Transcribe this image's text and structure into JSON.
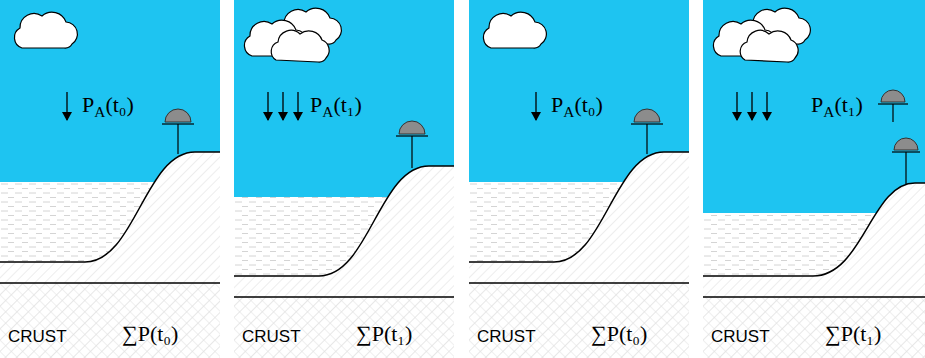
{
  "diagram": {
    "labels": [
      "PA(t₀)",
      "CRUST",
      "∑P(t₀)",
      "PA(t₁)",
      "CRUST",
      "∑P(t₁)",
      "PA(t₀)",
      "CRUST",
      "∑P(t₀)",
      "PA(t₁)",
      "CRUST",
      "∑P(t₁)"
    ]
  }
}
